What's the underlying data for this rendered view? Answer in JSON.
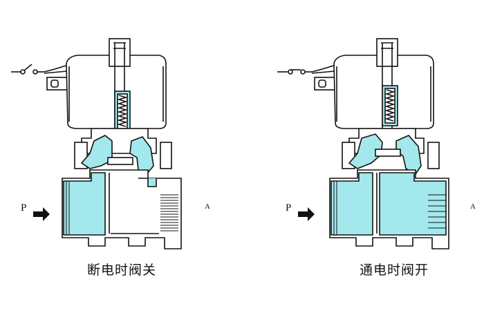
{
  "diagrams": [
    {
      "state": "closed",
      "caption": "断电时阀关",
      "inlet_label": "P",
      "outlet_label": "A"
    },
    {
      "state": "open",
      "caption": "通电时阀开",
      "inlet_label": "P",
      "outlet_label": "A"
    }
  ],
  "colors": {
    "fluid": "#a3e8ec",
    "outline": "#111111",
    "background": "#ffffff"
  }
}
